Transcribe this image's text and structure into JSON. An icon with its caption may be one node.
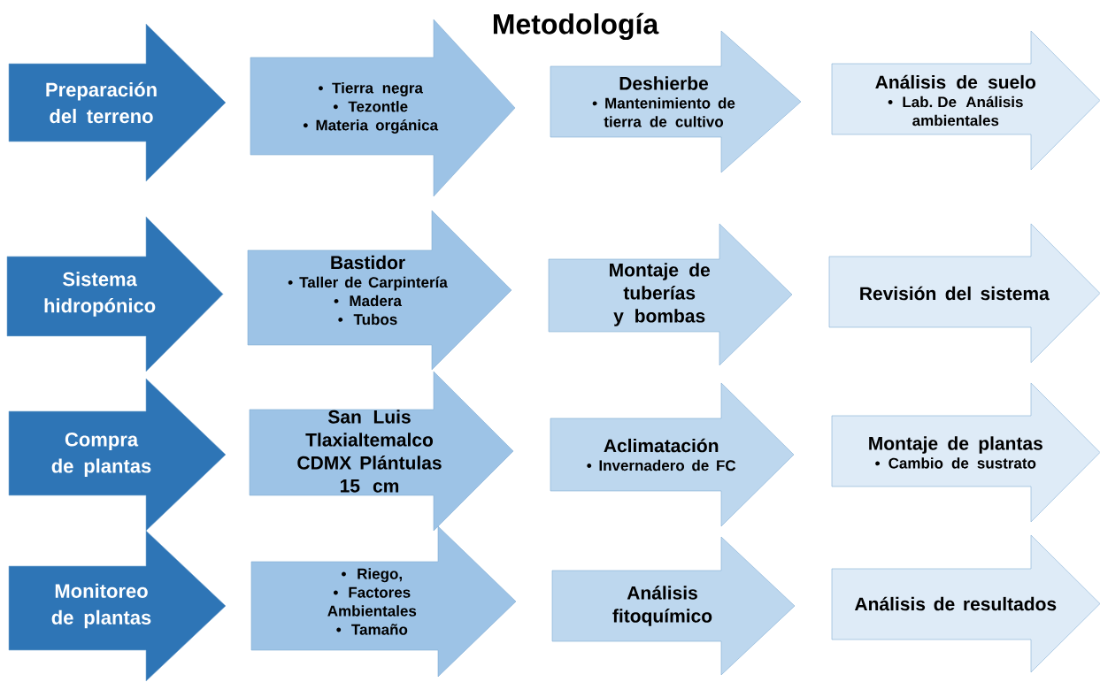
{
  "diagram": {
    "title": "Metodología",
    "nodes": [
      {
        "text": [
          "Preparación del terreno"
        ]
      },
      {
        "text": [
          "• Tierra negra",
          "• Tezontle",
          "• Materia orgánica"
        ]
      },
      {
        "text": [
          "Deshierbe",
          "• Mantenimiento de tierra de cultivo"
        ]
      },
      {
        "text": [
          "Análisis de suelo",
          "• Lab. De Análisis ambientales"
        ]
      },
      {
        "text": [
          "Sistema hidropónico"
        ]
      },
      {
        "text": [
          "Bastidor",
          "• Taller de Carpintería",
          "• Madera",
          "• Tubos"
        ]
      },
      {
        "text": [
          "Montaje de tuberías y bombas"
        ]
      },
      {
        "text": [
          "Revisión del sistema"
        ]
      },
      {
        "text": [
          "Compra de plantas"
        ]
      },
      {
        "text": [
          "San Luis Tlaxialtemalco CDMX Plántulas 15 cm"
        ]
      },
      {
        "text": [
          "Aclimatación",
          "• Invernadero de FC"
        ]
      },
      {
        "text": [
          "Montaje de plantas",
          "• Cambio de sustrato"
        ]
      },
      {
        "text": [
          "Monitoreo de plantas"
        ]
      },
      {
        "text": [
          "• Riego,",
          "• Factores Ambientales",
          "• Tamaño"
        ]
      },
      {
        "text": [
          "Análisis fitoquímico"
        ]
      },
      {
        "text": [
          "Análisis de resultados"
        ]
      }
    ]
  }
}
